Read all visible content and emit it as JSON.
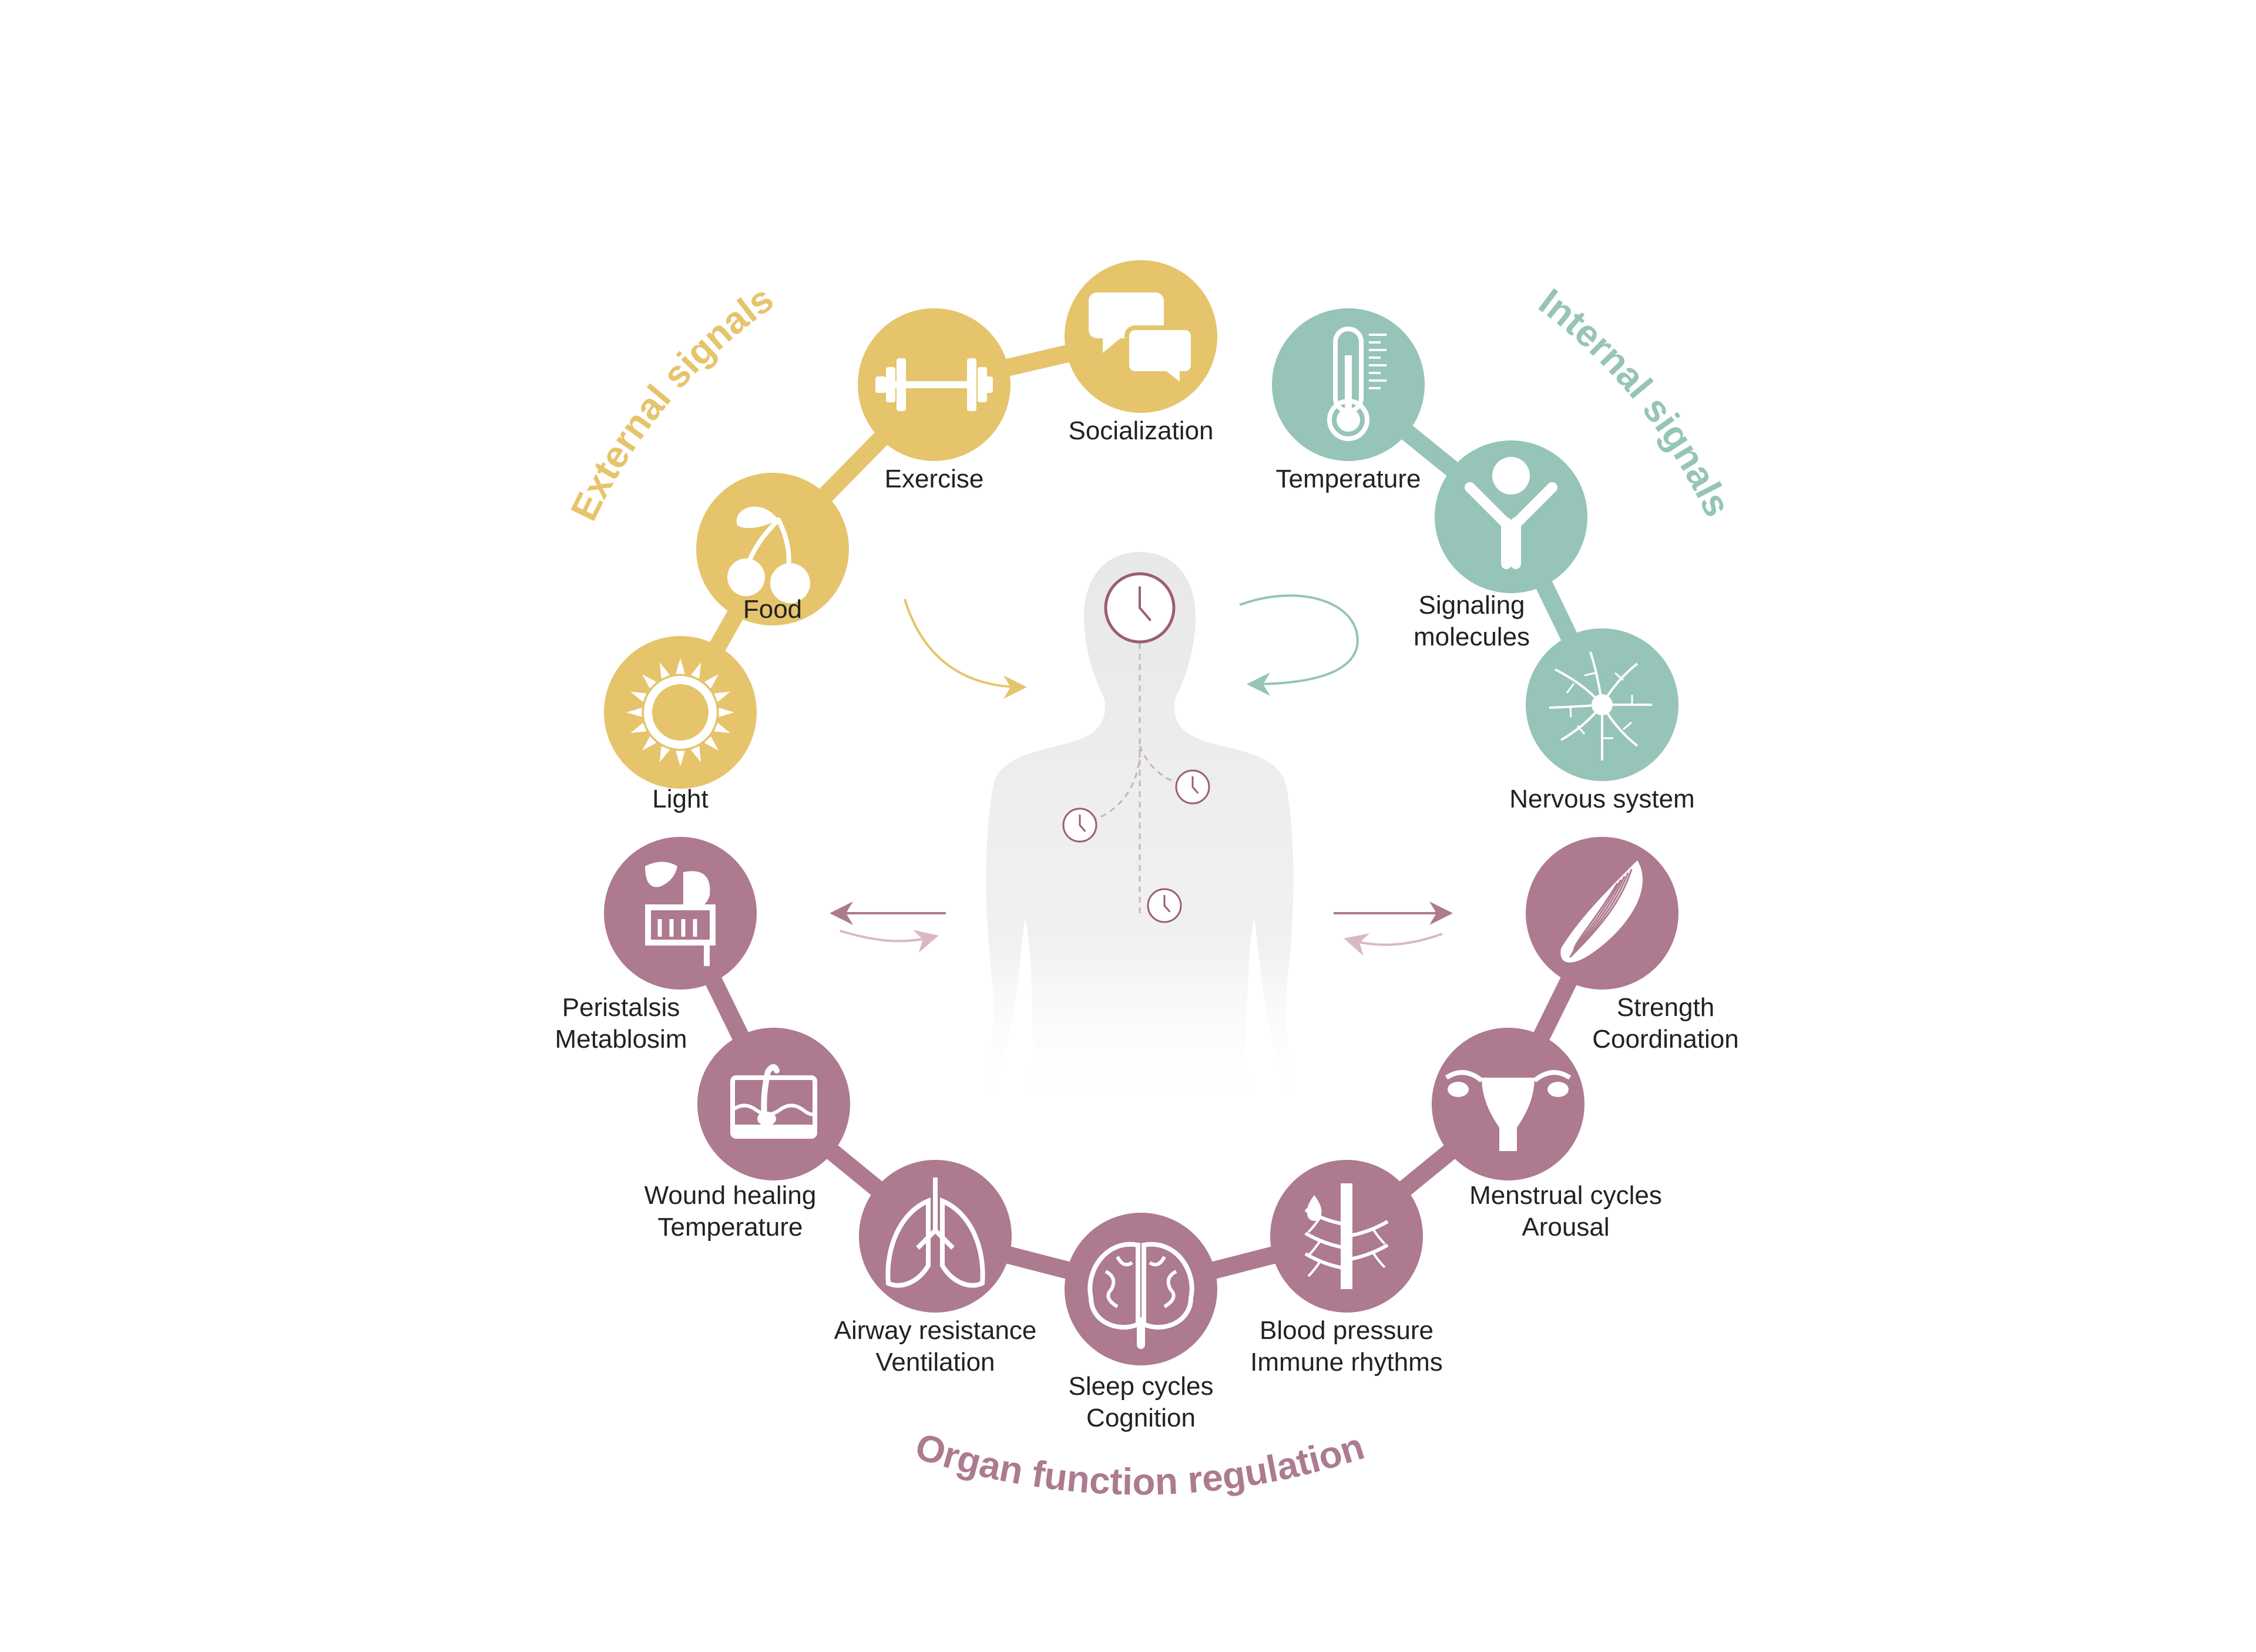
{
  "colors": {
    "external": "#E5C46C",
    "internal": "#96C4B8",
    "organ": "#AD7A8F",
    "body": "#E9E9E9",
    "clock": "#9A5E73",
    "label": "#222222"
  },
  "sections": {
    "external_title": "External signals",
    "internal_title": "Internal signals",
    "organ_title": "Organ function regulation"
  },
  "external": [
    {
      "icon": "sun-icon",
      "lines": [
        "Light"
      ]
    },
    {
      "icon": "cherries-icon",
      "lines": [
        "Food"
      ]
    },
    {
      "icon": "dumbbell-icon",
      "lines": [
        "Exercise"
      ]
    },
    {
      "icon": "speech-bubbles-icon",
      "lines": [
        "Socialization"
      ]
    }
  ],
  "internal": [
    {
      "icon": "thermometer-icon",
      "lines": [
        "Temperature"
      ]
    },
    {
      "icon": "antibody-icon",
      "lines": [
        "Signaling",
        "molecules"
      ]
    },
    {
      "icon": "neuron-icon",
      "lines": [
        "Nervous system"
      ]
    }
  ],
  "organ": [
    {
      "icon": "digestive-system-icon",
      "lines": [
        "Peristalsis",
        "Metablosim"
      ]
    },
    {
      "icon": "skin-hair-icon",
      "lines": [
        "Wound healing",
        "Temperature"
      ]
    },
    {
      "icon": "lungs-icon",
      "lines": [
        "Airway resistance",
        "Ventilation"
      ]
    },
    {
      "icon": "brain-icon",
      "lines": [
        "Sleep cycles",
        "Cognition"
      ]
    },
    {
      "icon": "blood-vessel-icon",
      "lines": [
        "Blood pressure",
        "Immune rhythms"
      ]
    },
    {
      "icon": "uterus-icon",
      "lines": [
        "Menstrual cycles",
        "Arousal"
      ]
    },
    {
      "icon": "muscle-icon",
      "lines": [
        "Strength",
        "Coordination"
      ]
    }
  ]
}
